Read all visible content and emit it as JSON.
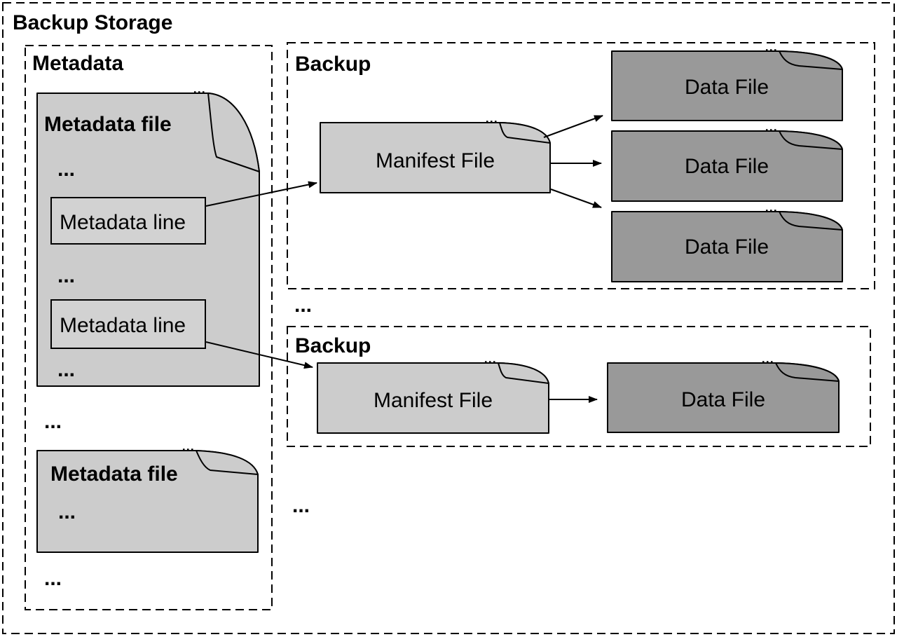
{
  "title": "Backup Storage",
  "metadata": {
    "label": "Metadata",
    "file1": {
      "title": "Metadata file",
      "ellipsis_top": "...",
      "line1": "Metadata line",
      "ellipsis_mid": "...",
      "line2": "Metadata line",
      "ellipsis_bottom": "..."
    },
    "ellipsis_between_files": "...",
    "file2": {
      "title": "Metadata file",
      "ellipsis": "..."
    },
    "ellipsis_end": "..."
  },
  "backups": {
    "first": {
      "label": "Backup",
      "manifest_label": "Manifest File",
      "data_files": [
        "Data File",
        "Data File",
        "Data File"
      ]
    },
    "ellipsis_between": "...",
    "second": {
      "label": "Backup",
      "manifest_label": "Manifest File",
      "data_files": [
        "Data File"
      ]
    },
    "ellipsis_end": "..."
  },
  "colors": {
    "background": "#ffffff",
    "light_file_fill": "#cccccc",
    "dark_file_fill": "#999999",
    "line_box_fill": "#d2d2d2",
    "stroke": "#000000"
  }
}
